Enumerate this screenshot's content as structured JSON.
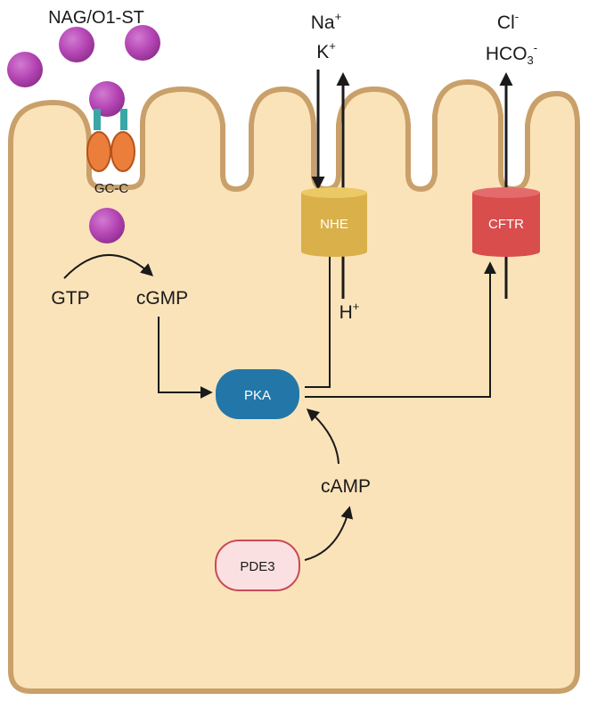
{
  "labels": {
    "ligand": "NAG/O1-ST",
    "receptor": "GC-C",
    "gtp": "GTP",
    "cgmp": "cGMP",
    "pka": "PKA",
    "camp": "cAMP",
    "pde3": "PDE3",
    "nhe": "NHE",
    "cftr": "CFTR",
    "na": "Na",
    "na_sup": "+",
    "k": "K",
    "k_sup": "+",
    "h": "H",
    "h_sup": "+",
    "cl": "Cl",
    "cl_sup": "-",
    "hco3": "HCO",
    "hco3_sub": "3",
    "hco3_sup": "-"
  },
  "colors": {
    "cell_fill": "#fbe3b9",
    "cell_stroke": "#c9a06a",
    "ligand": "#b344b3",
    "receptor": "#ec7e3c",
    "receptor_stem": "#3aa7a6",
    "nhe": "#d9b04a",
    "cftr": "#d94d4d",
    "pka": "#2277a8",
    "pde3_fill": "#fbe0e2",
    "pde3_stroke": "#c94a55"
  }
}
